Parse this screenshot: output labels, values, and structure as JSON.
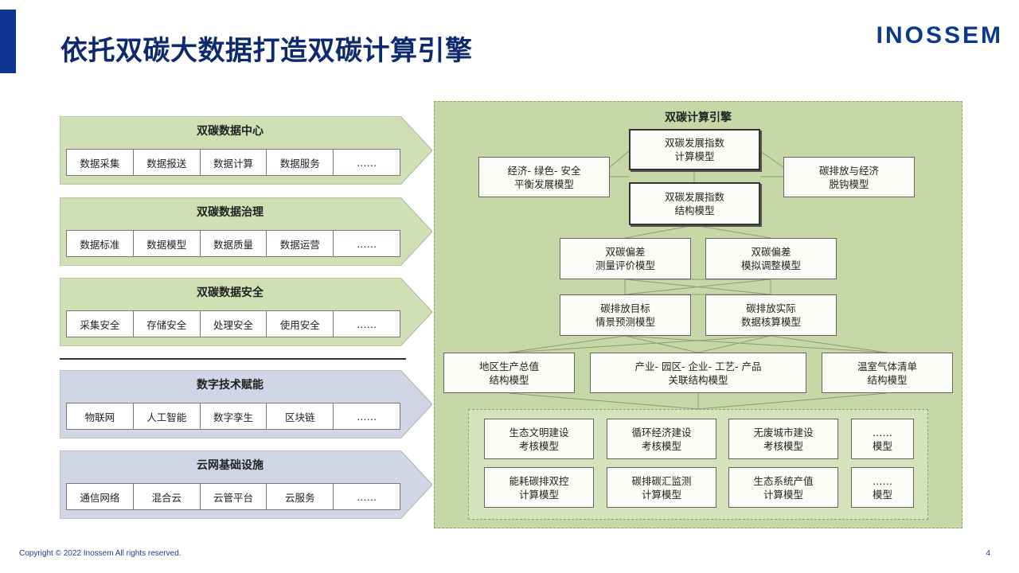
{
  "header": {
    "title": "依托双碳大数据打造双碳计算引擎",
    "logo_text": "INOSSEM"
  },
  "platform_blocks": [
    {
      "title": "双碳数据中心",
      "items": [
        "数据采集",
        "数据报送",
        "数据计算",
        "数据服务",
        "……"
      ],
      "color": "#cfe0b5"
    },
    {
      "title": "双碳数据治理",
      "items": [
        "数据标准",
        "数据模型",
        "数据质量",
        "数据运营",
        "……"
      ],
      "color": "#cfe0b5"
    },
    {
      "title": "双碳数据安全",
      "items": [
        "采集安全",
        "存储安全",
        "处理安全",
        "使用安全",
        "……"
      ],
      "color": "#cfe0b5"
    },
    {
      "title": "数字技术赋能",
      "items": [
        "物联网",
        "人工智能",
        "数字孪生",
        "区块链",
        "……"
      ],
      "color": "#d0d6e6"
    },
    {
      "title": "云网基础设施",
      "items": [
        "通信网络",
        "混合云",
        "云管平台",
        "云服务",
        "……"
      ],
      "color": "#d0d6e6"
    }
  ],
  "engine": {
    "title": "双碳计算引擎",
    "boxes": {
      "dev_index_calc": "双碳发展指数\n计算模型",
      "dev_index_struct": "双碳发展指数\n结构模型",
      "econ_green_safe": "经济- 绿色- 安全\n平衡发展模型",
      "decoupling": "碳排放与经济\n脱钩模型",
      "deviation_measure": "双碳偏差\n测量评价模型",
      "deviation_adjust": "双碳偏差\n模拟调整模型",
      "target_scenario": "碳排放目标\n情景预测模型",
      "actual_accounting": "碳排放实际\n数据核算模型",
      "regional_gdp": "地区生产总值\n结构模型",
      "industry_link": "产业- 园区- 企业- 工艺- 产品\n关联结构模型",
      "ghg_inventory": "温室气体清单\n结构模型",
      "eco_civ": "生态文明建设\n考核模型",
      "circular_econ": "循环经济建设\n考核模型",
      "zero_waste": "无废城市建设\n考核模型",
      "more_1": "……\n模型",
      "energy_dual": "能耗碳排双控\n计算模型",
      "sink_monitor": "碳排碳汇监测\n计算模型",
      "eco_value": "生态系统产值\n计算模型",
      "more_2": "……\n模型"
    }
  },
  "footer": {
    "copyright": "Copyright © 2022 Inossem  All rights reserved.",
    "page_number": "4"
  }
}
